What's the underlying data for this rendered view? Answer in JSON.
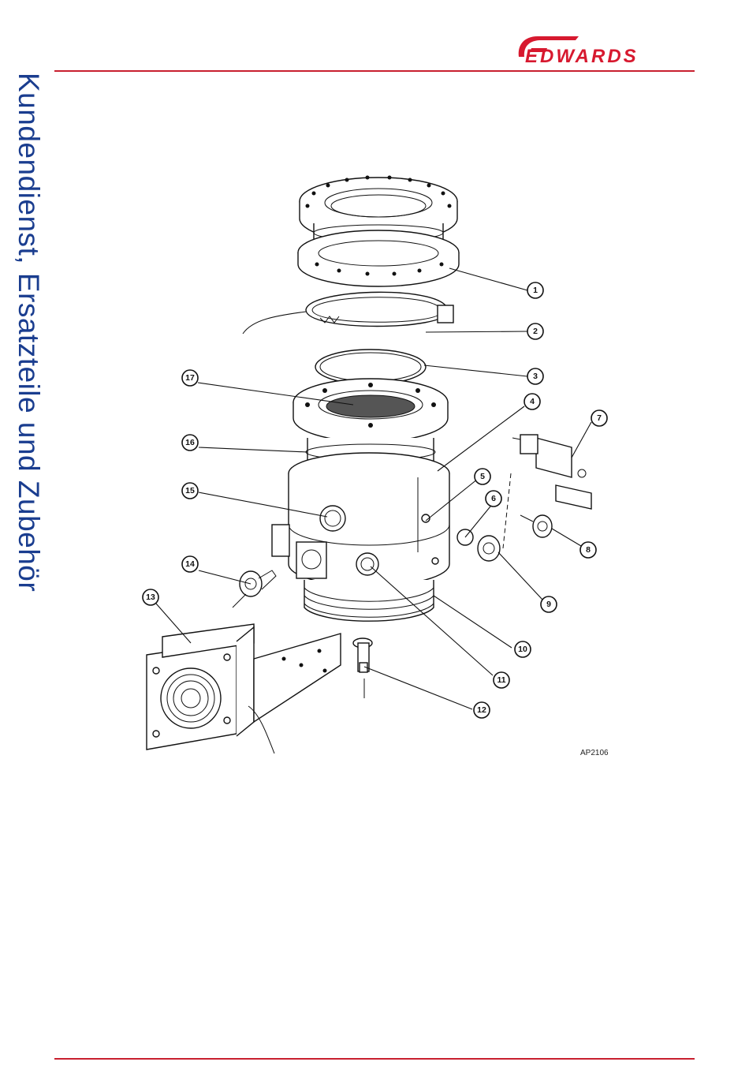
{
  "brand": {
    "name": "EDWARDS",
    "color": "#d7192f"
  },
  "section_title": "Kundendienst,  Ersatzteile und Zubehör",
  "colors": {
    "title": "#1a3d8f",
    "rule": "#c8202f",
    "line_art": "#111111"
  },
  "figure": {
    "id": "AP2106",
    "callouts": [
      "1",
      "2",
      "3",
      "4",
      "5",
      "6",
      "7",
      "8",
      "9",
      "10",
      "11",
      "12",
      "13",
      "14",
      "15",
      "16",
      "17"
    ]
  }
}
